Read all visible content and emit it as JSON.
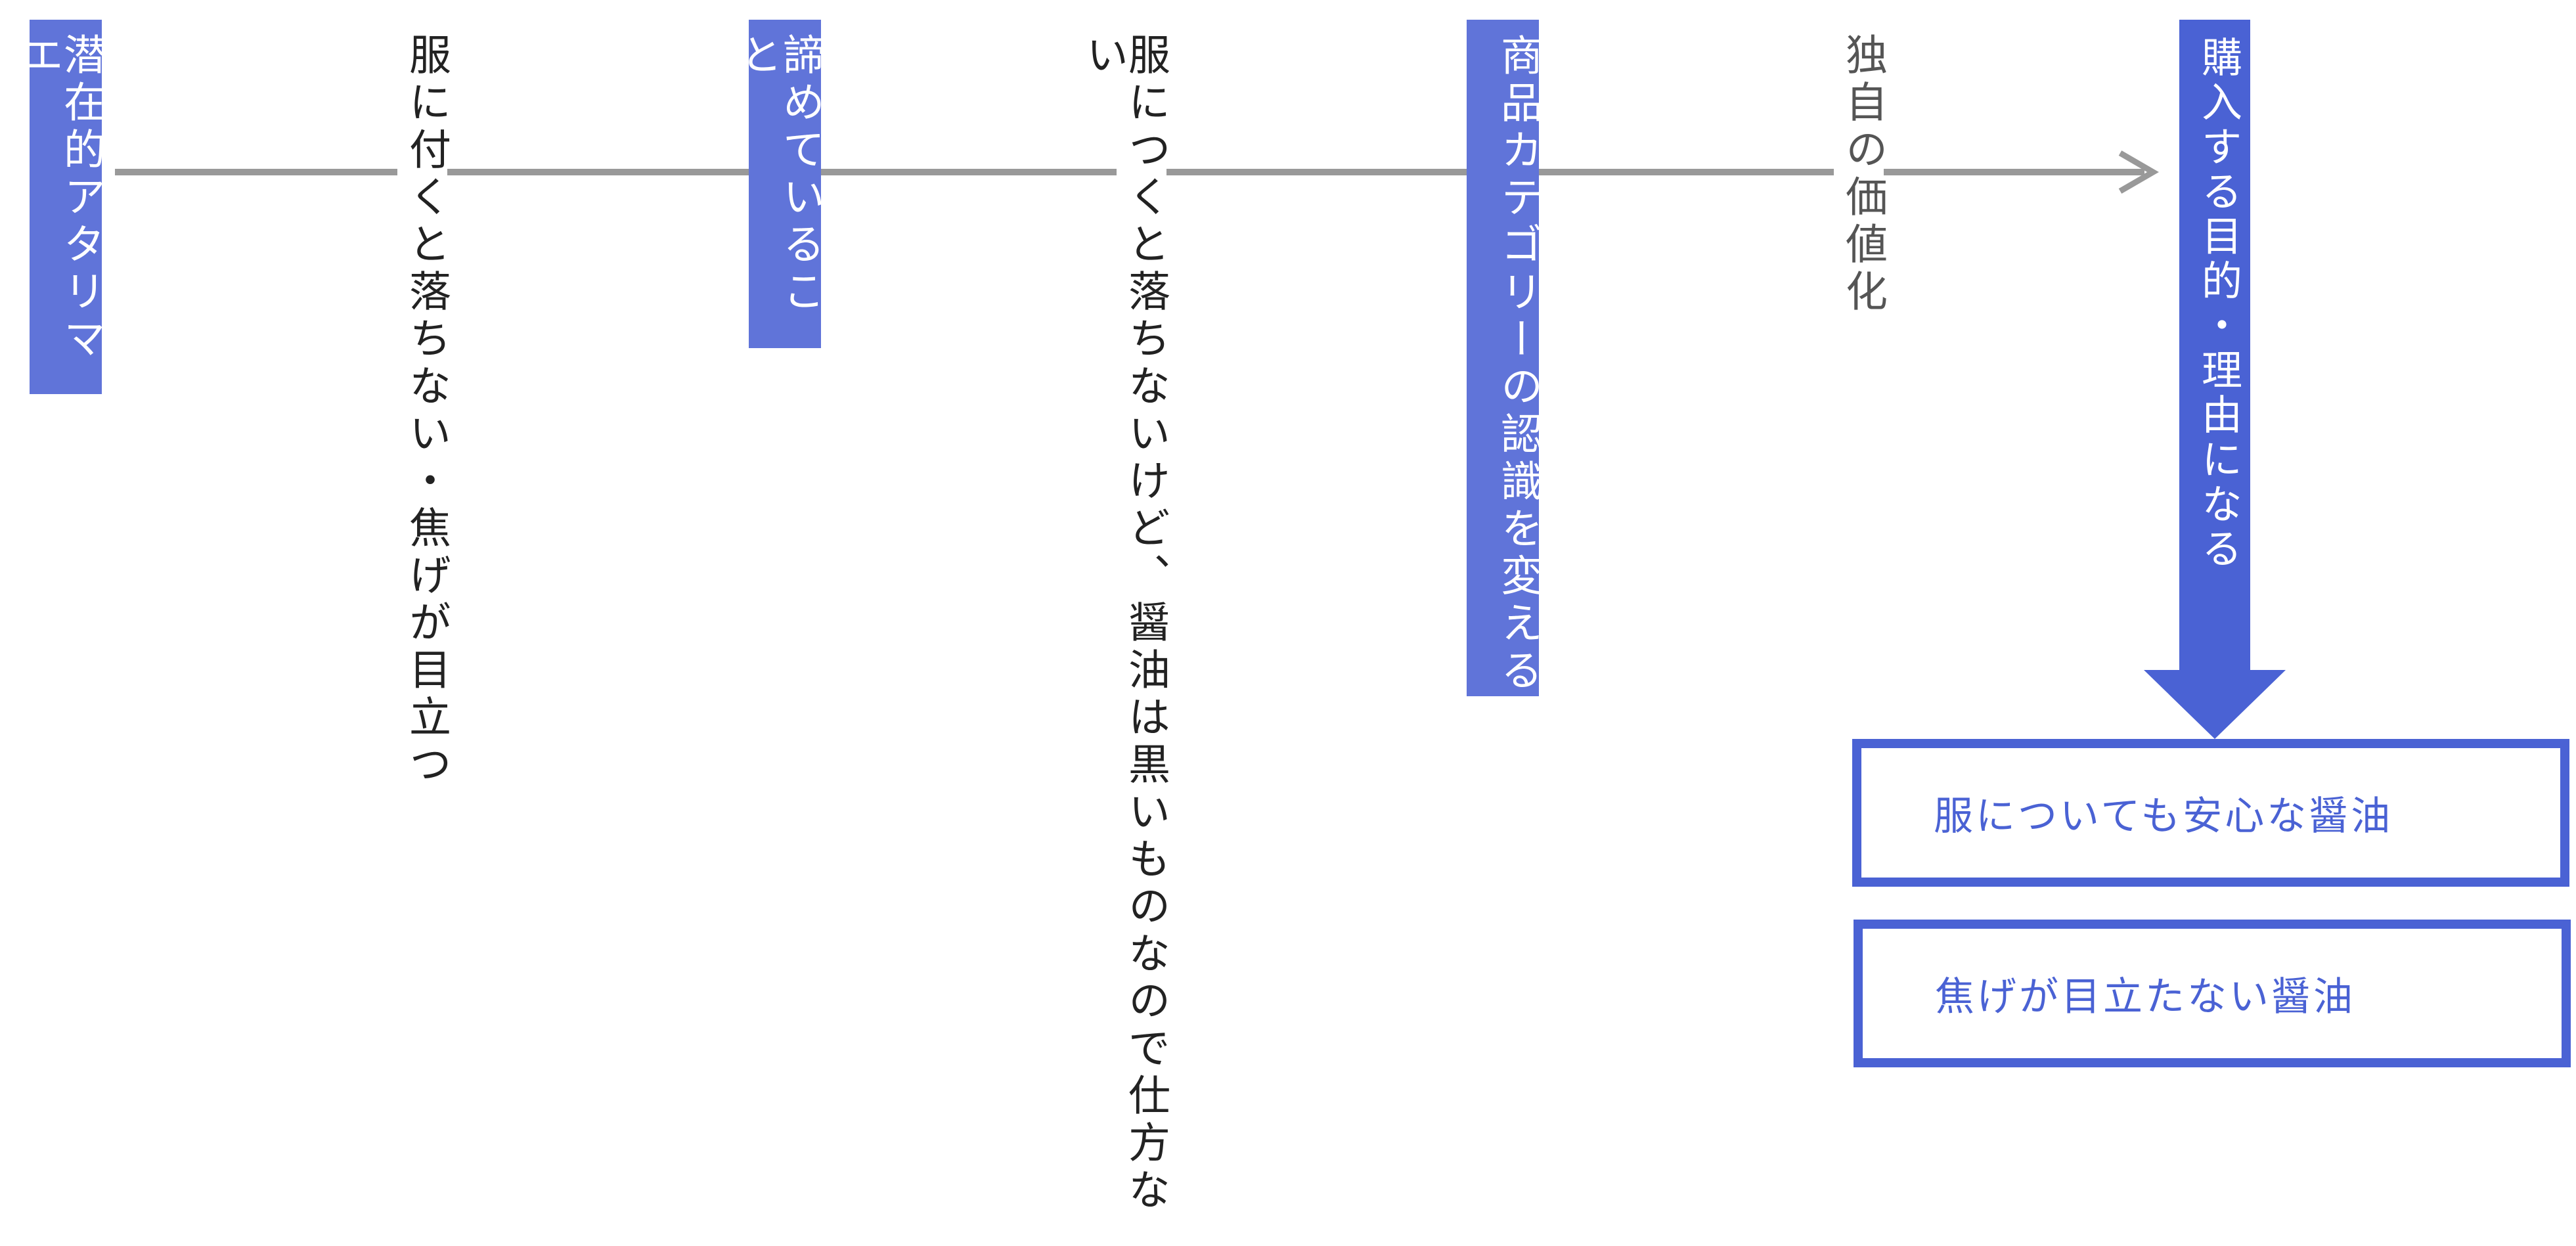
{
  "flow": {
    "steps": [
      {
        "text": "潜在的アタリマエ",
        "style": "tag"
      },
      {
        "text": "服に付くと落ちない・焦げが目立つ",
        "style": "plain"
      },
      {
        "text": "諦めていること",
        "style": "tag"
      },
      {
        "text": "服につくと落ちないけど、醤油は黒いものなので仕方ない",
        "style": "plain"
      },
      {
        "text": "商品カテゴリーの認識を変える",
        "style": "tag"
      },
      {
        "text": "独自の価値化",
        "style": "plain"
      }
    ],
    "result_arrow": "購入する目的・理由になる",
    "outcomes": [
      "服についても安心な醤油",
      "焦げが目立たない醤油"
    ]
  },
  "colors": {
    "accent": "#4a62d4",
    "tag": "#6074d9",
    "line": "#999999"
  }
}
